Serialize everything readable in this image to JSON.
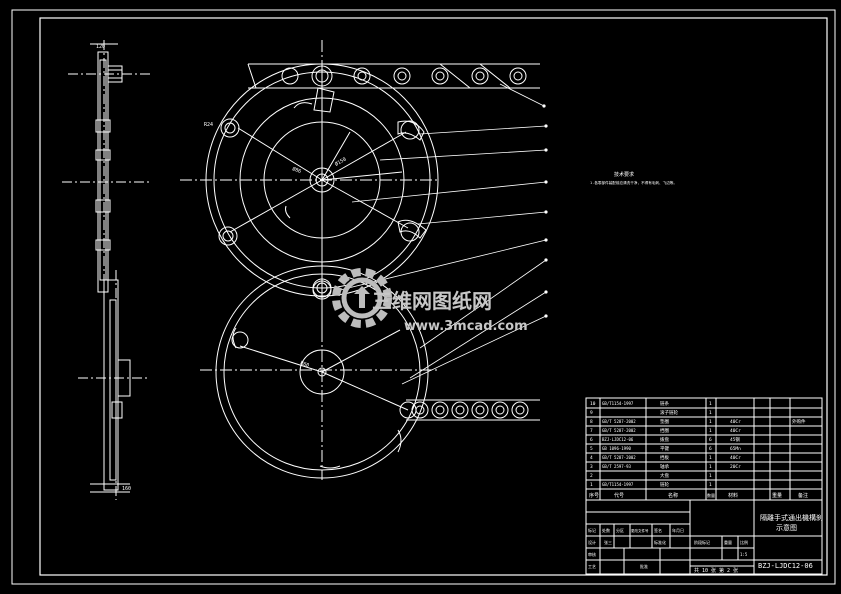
{
  "watermark": {
    "brand": "三维网图纸网",
    "url": "www.3mcad.com"
  },
  "notes": {
    "title": "技术要求",
    "line1": "1.各零部件装配前应清洗干净，不得有毛刺、飞边等。"
  },
  "title_block": {
    "drawing_title_1": "隔離手式通出機構刹",
    "drawing_title_2": "示意图",
    "drawing_code": "BZJ-LJDC12-06",
    "sheet_line": "共 10 张   第 2 张",
    "scale_label": "比例",
    "scale_value": "1:5",
    "weight_label": "重量",
    "stage_label": "阶段标记",
    "designer": "设计",
    "checker": "审核",
    "craft": "工艺",
    "approve": "批准",
    "standard": "标准化",
    "date": "日期",
    "marker": "标记",
    "zones": "处数",
    "division": "分区",
    "change_doc": "更改文件号",
    "signature": "签名",
    "ymd": "年月日",
    "designer_name": "张三"
  },
  "bom_header": {
    "no": "序号",
    "code": "代号",
    "name": "名称",
    "qty": "数量",
    "material": "材料",
    "weight": "重量",
    "remark": "备注"
  },
  "bom": [
    {
      "no": "10",
      "code": "GB/T1154-1997",
      "name": "链条",
      "qty": "1",
      "material": "",
      "remark": ""
    },
    {
      "no": "9",
      "code": "",
      "name": "滚子链轮",
      "qty": "1",
      "material": "",
      "remark": ""
    },
    {
      "no": "8",
      "code": "GB/T 5287-2002",
      "name": "垫圈",
      "qty": "1",
      "material": "40Cr",
      "remark": "外购件"
    },
    {
      "no": "7",
      "code": "GB/T 5287-2002",
      "name": "挡圈",
      "qty": "1",
      "material": "40Cr",
      "remark": ""
    },
    {
      "no": "6",
      "code": "BZJ-LJDC12-06",
      "name": "拨盘",
      "qty": "6",
      "material": "45钢",
      "remark": ""
    },
    {
      "no": "5",
      "code": "GB 1096-1990",
      "name": "平键",
      "qty": "6",
      "material": "65Mn",
      "remark": ""
    },
    {
      "no": "4",
      "code": "GB/T 5287-2002",
      "name": "挡板",
      "qty": "1",
      "material": "40Cr",
      "remark": ""
    },
    {
      "no": "3",
      "code": "GB/T 2597-93",
      "name": "轴承",
      "qty": "1",
      "material": "20Cr",
      "remark": ""
    },
    {
      "no": "2",
      "code": "",
      "name": "大盘",
      "qty": "1",
      "material": "",
      "remark": ""
    },
    {
      "no": "1",
      "code": "GB/T1154-1997",
      "name": "链轮",
      "qty": "1",
      "material": "",
      "remark": ""
    }
  ],
  "dims": {
    "d1": "Ø150",
    "d2": "Ø86",
    "d3": "R24",
    "d4": "R60",
    "d5": "120",
    "d6": "160"
  }
}
